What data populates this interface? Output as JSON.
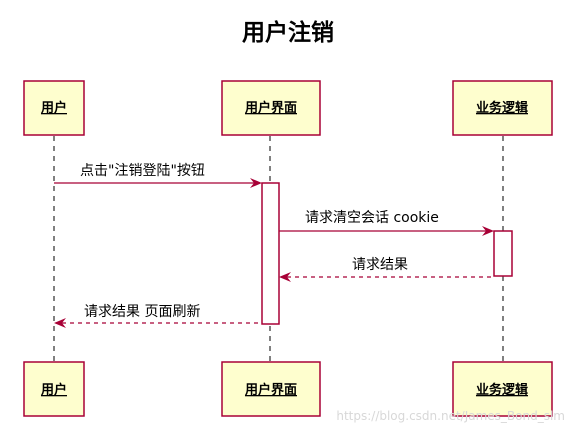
{
  "title": "用户注销",
  "participants": [
    {
      "id": "user",
      "label": "用户"
    },
    {
      "id": "ui",
      "label": "用户界面"
    },
    {
      "id": "logic",
      "label": "业务逻辑"
    }
  ],
  "messages": [
    {
      "label": "点击\"注销登陆\"按钮",
      "from": "user",
      "to": "ui",
      "style": "solid"
    },
    {
      "label": "请求清空会话 cookie",
      "from": "ui",
      "to": "logic",
      "style": "solid"
    },
    {
      "label": "请求结果",
      "from": "logic",
      "to": "ui",
      "style": "dashed"
    },
    {
      "label": "请求结果 页面刷新",
      "from": "ui",
      "to": "user",
      "style": "dashed"
    }
  ],
  "watermark": "https://blog.csdn.net/James_Bond_slm",
  "colors": {
    "box_fill": "#FEFECE",
    "line": "#A80036",
    "lifeline": "#000000"
  }
}
